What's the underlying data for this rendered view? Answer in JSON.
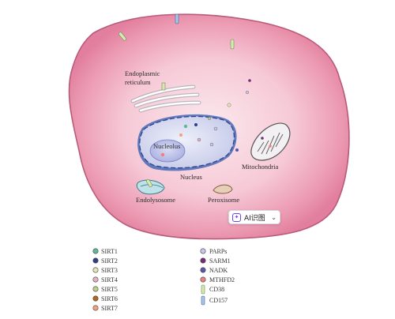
{
  "labels": {
    "er": [
      "Endoplasmic",
      "reticulum"
    ],
    "nucleolus": "Nucleolus",
    "nucleus": "Nucleus",
    "mitochondria": "Mitochondria",
    "endolysosome": "Endolysosome",
    "peroxisome": "Peroxisome"
  },
  "ai_button": {
    "label": "AI识图",
    "icon": "sparkle-icon",
    "chevron": "chevron-down-icon"
  },
  "legend": {
    "left": [
      {
        "label": "SIRT1",
        "color": "#5fb89a"
      },
      {
        "label": "SIRT2",
        "color": "#2f3f86"
      },
      {
        "label": "SIRT3",
        "color": "#e7e3b8"
      },
      {
        "label": "SIRT4",
        "color": "#e4b1c4"
      },
      {
        "label": "SIRT5",
        "color": "#b9d18c"
      },
      {
        "label": "SIRT6",
        "color": "#b5651f"
      },
      {
        "label": "SIRT7",
        "color": "#f2a27b"
      }
    ],
    "right": [
      {
        "label": "PARPs",
        "color": "#c9c6e8",
        "shape": "dot"
      },
      {
        "label": "SARM1",
        "color": "#7b2a7a",
        "shape": "dot"
      },
      {
        "label": "NADK",
        "color": "#5a56b0",
        "shape": "dot"
      },
      {
        "label": "MTHFD2",
        "color": "#f08080",
        "shape": "dot"
      },
      {
        "label": "CD38",
        "color": "#d9e8b0",
        "shape": "bar"
      },
      {
        "label": "CD157",
        "color": "#aac3e6",
        "shape": "bar"
      }
    ]
  }
}
